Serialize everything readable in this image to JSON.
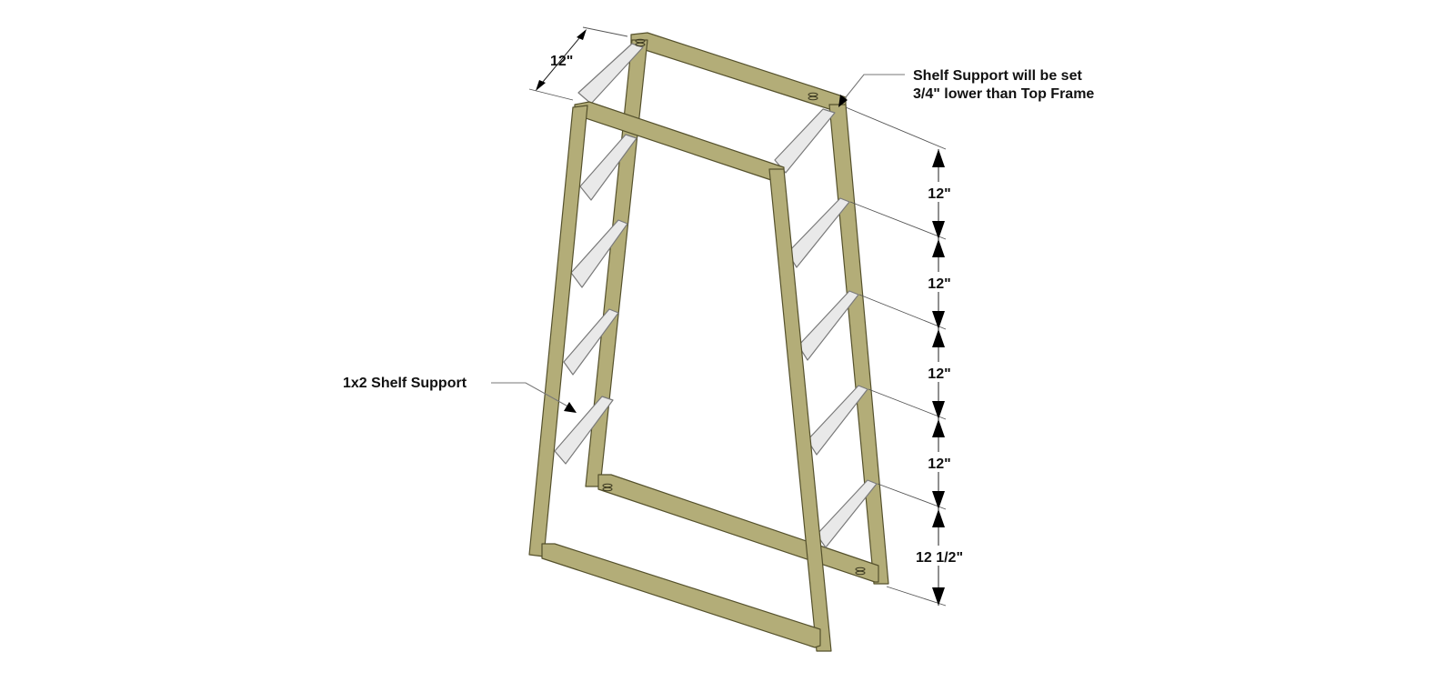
{
  "annotations": {
    "shelf_support_offset_line1": "Shelf Support will be set",
    "shelf_support_offset_line2": "3/4\" lower than Top Frame",
    "shelf_support_callout": "1x2 Shelf Support"
  },
  "dimensions": {
    "depth": "12\"",
    "spacing": [
      "12\"",
      "12\"",
      "12\"",
      "12\"",
      "12 1/2\""
    ]
  },
  "colors": {
    "wood": "#b3ad78",
    "shelf_support": "#e9e9e9",
    "lines": "#222222"
  }
}
